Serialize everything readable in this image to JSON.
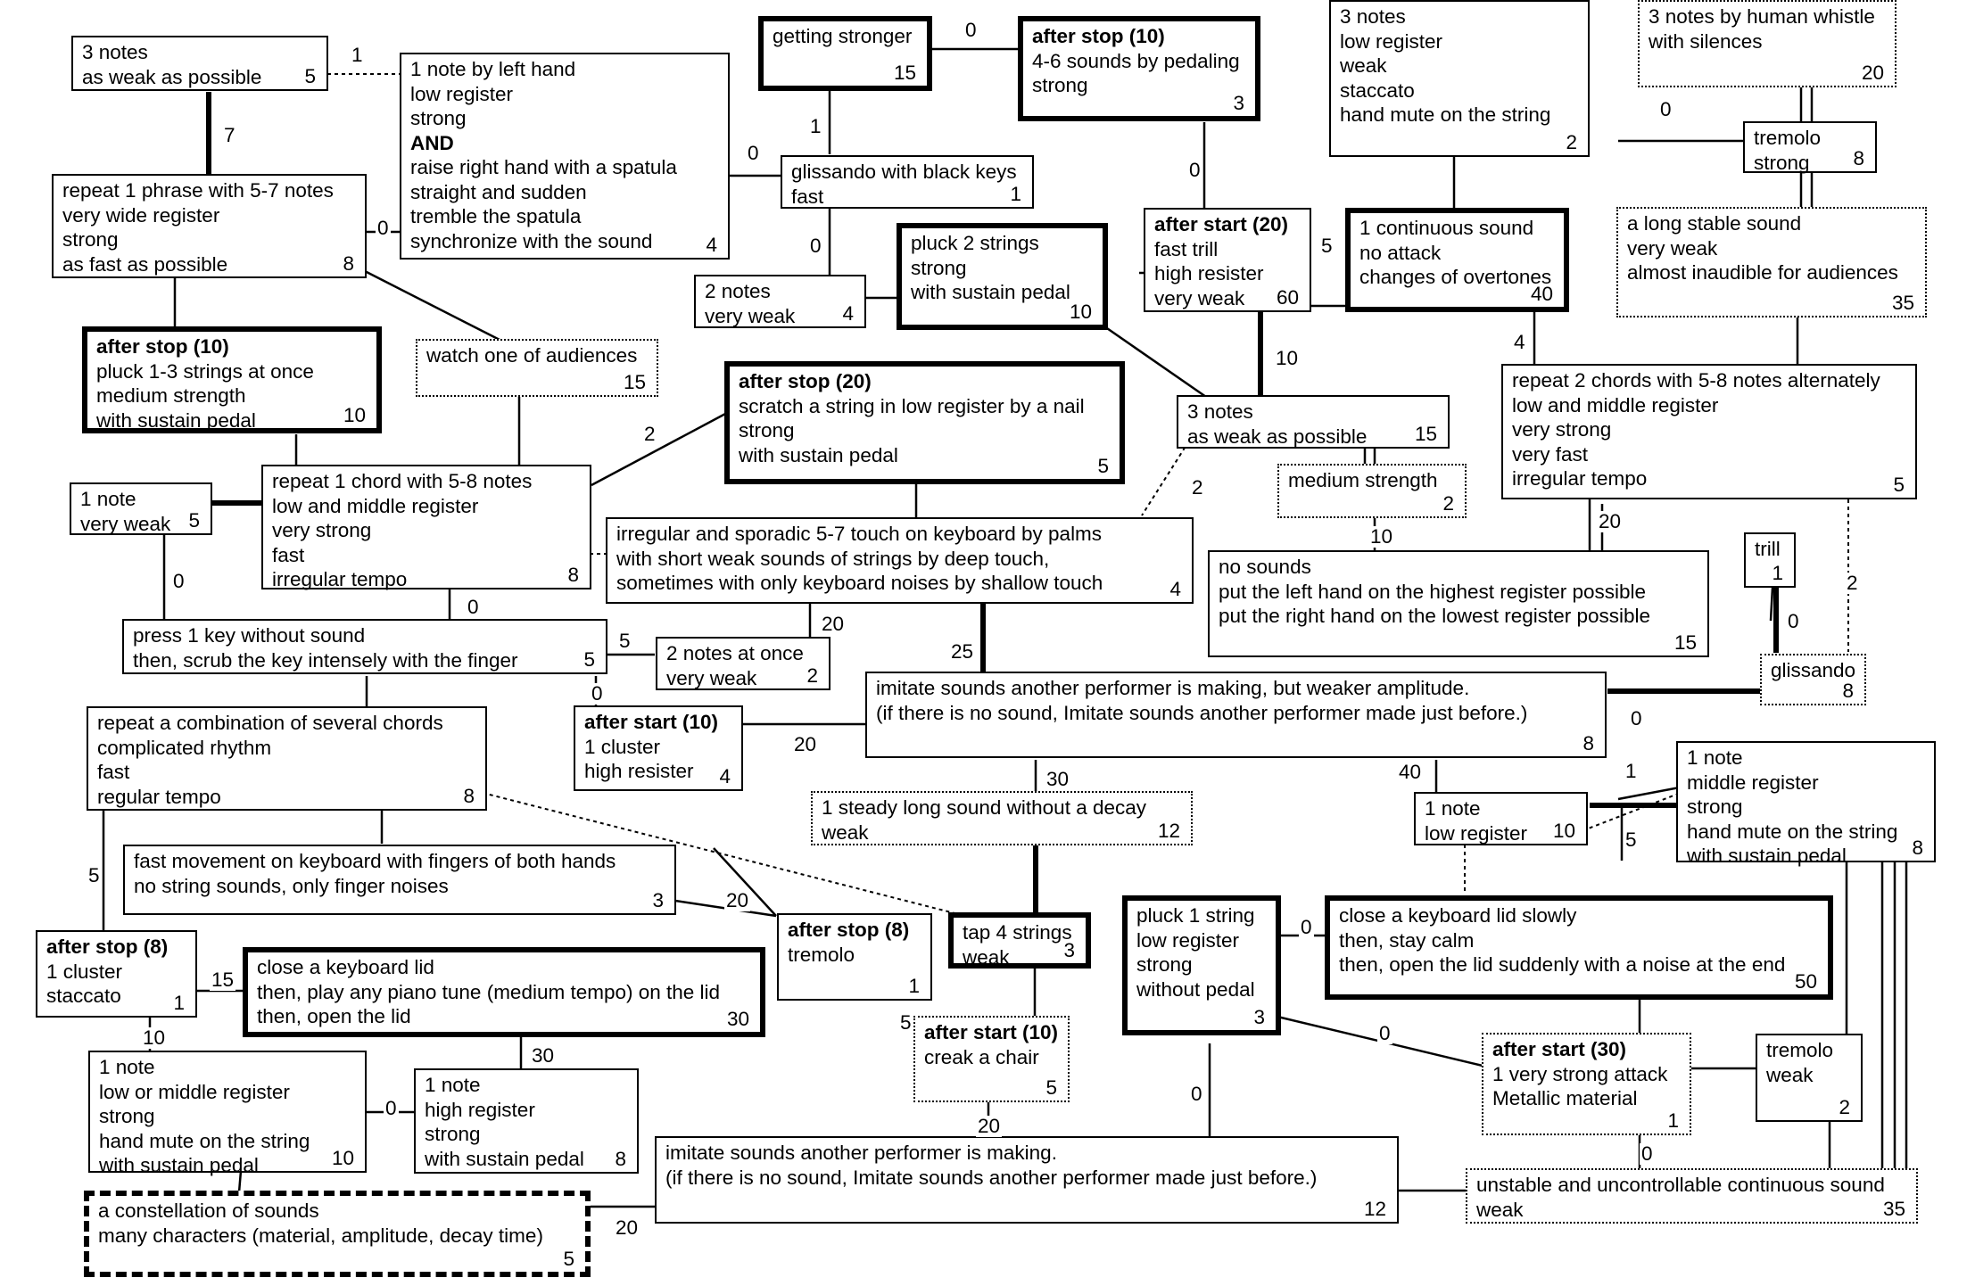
{
  "nodes": [
    {
      "id": "n1",
      "lines": [
        "3 notes",
        "as weak as possible"
      ],
      "bold_first": false,
      "value": "5"
    },
    {
      "id": "n2",
      "lines": [
        "1 note by left hand",
        "low register",
        "strong",
        "AND",
        "raise right hand with a spatula",
        "straight and sudden",
        "tremble the spatula",
        "synchronize with the sound"
      ],
      "bold_first": false,
      "value": "4"
    },
    {
      "id": "n3",
      "lines": [
        "repeat 1 phrase with 5-7 notes",
        "very wide register",
        "strong",
        "as fast as possible"
      ],
      "bold_first": false,
      "value": "8"
    },
    {
      "id": "n4",
      "lines": [
        "getting stronger"
      ],
      "bold_first": false,
      "value": "15"
    },
    {
      "id": "n5",
      "lines": [
        "after stop (10)",
        "4-6 sounds by pedaling",
        "strong"
      ],
      "bold_first": true,
      "value": "3"
    },
    {
      "id": "n6",
      "lines": [
        "3 notes",
        "low register",
        "weak",
        "staccato",
        "hand mute on the string"
      ],
      "bold_first": false,
      "value": "2"
    },
    {
      "id": "n7",
      "lines": [
        "3 notes by human whistle",
        "with silences"
      ],
      "bold_first": false,
      "value": "20"
    },
    {
      "id": "n8",
      "lines": [
        "tremolo",
        "strong"
      ],
      "bold_first": false,
      "value": "8"
    },
    {
      "id": "n9",
      "lines": [
        "glissando with black keys",
        "fast"
      ],
      "bold_first": false,
      "value": "1"
    },
    {
      "id": "n10",
      "lines": [
        "after start (20)",
        "fast trill",
        "high resister",
        "very weak"
      ],
      "bold_first": true,
      "value": "60"
    },
    {
      "id": "n11",
      "lines": [
        "1 continuous sound",
        "no attack",
        "changes of overtones"
      ],
      "bold_first": false,
      "value": "40"
    },
    {
      "id": "n12",
      "lines": [
        "a long stable sound",
        "very weak",
        "almost inaudible for audiences"
      ],
      "bold_first": false,
      "value": "35"
    },
    {
      "id": "n13",
      "lines": [
        "2 notes",
        "very weak"
      ],
      "bold_first": false,
      "value": "4"
    },
    {
      "id": "n14",
      "lines": [
        "pluck 2 strings",
        "strong",
        "with sustain pedal"
      ],
      "bold_first": false,
      "value": "10"
    },
    {
      "id": "n15",
      "lines": [
        "after stop (10)",
        "pluck 1-3 strings at once",
        "medium strength",
        "with sustain pedal"
      ],
      "bold_first": true,
      "value": "10"
    },
    {
      "id": "n16",
      "lines": [
        "watch one of audiences"
      ],
      "bold_first": false,
      "value": "15"
    },
    {
      "id": "n17",
      "lines": [
        "after stop (20)",
        "scratch a string in low register by a nail",
        "strong",
        "with sustain pedal"
      ],
      "bold_first": true,
      "value": "5"
    },
    {
      "id": "n18",
      "lines": [
        "3 notes",
        "as weak as possible"
      ],
      "bold_first": false,
      "value": "15"
    },
    {
      "id": "n19",
      "lines": [
        "repeat 2 chords with 5-8 notes alternately",
        "low and middle register",
        "very strong",
        "very fast",
        "irregular tempo"
      ],
      "bold_first": false,
      "value": "5"
    },
    {
      "id": "n20",
      "lines": [
        "medium strength"
      ],
      "bold_first": false,
      "value": "2"
    },
    {
      "id": "n21",
      "lines": [
        "1 note",
        "very weak"
      ],
      "bold_first": false,
      "value": "5"
    },
    {
      "id": "n22",
      "lines": [
        "repeat 1 chord with 5-8 notes",
        "low and middle register",
        "very strong",
        "fast",
        "irregular tempo"
      ],
      "bold_first": false,
      "value": "8"
    },
    {
      "id": "n23",
      "lines": [
        "irregular and sporadic 5-7 touch on keyboard by palms",
        "with short weak sounds of strings by deep touch,",
        "sometimes with only keyboard noises by shallow touch"
      ],
      "bold_first": false,
      "value": "4"
    },
    {
      "id": "n24",
      "lines": [
        "no sounds",
        "put the left hand on the highest register possible",
        "put the right hand on the lowest register possible"
      ],
      "bold_first": false,
      "value": "15"
    },
    {
      "id": "n25",
      "lines": [
        "trill"
      ],
      "bold_first": false,
      "value": "1"
    },
    {
      "id": "n26",
      "lines": [
        "press 1 key without sound",
        "then, scrub the key intensely with the finger"
      ],
      "bold_first": false,
      "value": "5"
    },
    {
      "id": "n27",
      "lines": [
        "2 notes at once",
        "very weak"
      ],
      "bold_first": false,
      "value": "2"
    },
    {
      "id": "n28",
      "lines": [
        "glissando"
      ],
      "bold_first": false,
      "value": "8"
    },
    {
      "id": "n29",
      "lines": [
        "imitate sounds another performer is making, but weaker amplitude.",
        "(if there is no sound, Imitate sounds another performer made just before.)"
      ],
      "bold_first": false,
      "value": "8"
    },
    {
      "id": "n30",
      "lines": [
        "repeat a combination of several chords",
        "complicated rhythm",
        "fast",
        "regular tempo"
      ],
      "bold_first": false,
      "value": "8"
    },
    {
      "id": "n31",
      "lines": [
        "after start (10)",
        "1 cluster",
        "high resister"
      ],
      "bold_first": true,
      "value": "4"
    },
    {
      "id": "n32",
      "lines": [
        "1 steady long sound without a decay",
        "weak"
      ],
      "bold_first": false,
      "value": "12"
    },
    {
      "id": "n33",
      "lines": [
        "1 note",
        "low register"
      ],
      "bold_first": false,
      "value": "10"
    },
    {
      "id": "n34",
      "lines": [
        "1 note",
        "middle register",
        "strong",
        "hand mute on the string",
        "with sustain pedal"
      ],
      "bold_first": false,
      "value": "8"
    },
    {
      "id": "n35",
      "lines": [
        "fast movement on keyboard with fingers of both hands",
        "no string sounds, only finger noises"
      ],
      "bold_first": false,
      "value": "3"
    },
    {
      "id": "n36",
      "lines": [
        "after stop (8)",
        "tremolo"
      ],
      "bold_first": true,
      "value": "1"
    },
    {
      "id": "n37",
      "lines": [
        "tap 4 strings",
        "weak"
      ],
      "bold_first": false,
      "value": "3"
    },
    {
      "id": "n38",
      "lines": [
        "pluck 1 string",
        "low register",
        "strong",
        "without pedal"
      ],
      "bold_first": false,
      "value": "3"
    },
    {
      "id": "n39",
      "lines": [
        "close a keyboard lid slowly",
        "then, stay calm",
        "then, open the lid suddenly with a noise at the end"
      ],
      "bold_first": false,
      "value": "50"
    },
    {
      "id": "n40",
      "lines": [
        "after stop (8)",
        "1 cluster",
        "staccato"
      ],
      "bold_first": true,
      "value": "1"
    },
    {
      "id": "n41",
      "lines": [
        "close a keyboard lid",
        "then, play any piano tune (medium tempo) on the lid",
        "then, open the lid"
      ],
      "bold_first": false,
      "value": "30"
    },
    {
      "id": "n42",
      "lines": [
        "after start (10)",
        "creak a chair"
      ],
      "bold_first": true,
      "value": "5"
    },
    {
      "id": "n43",
      "lines": [
        "after start (30)",
        "1 very strong attack",
        "Metallic material"
      ],
      "bold_first": true,
      "value": "1"
    },
    {
      "id": "n44",
      "lines": [
        "tremolo",
        "weak"
      ],
      "bold_first": false,
      "value": "2"
    },
    {
      "id": "n45",
      "lines": [
        "1 note",
        "low or middle register",
        "strong",
        "hand mute on the string",
        "with sustain pedal"
      ],
      "bold_first": false,
      "value": "10"
    },
    {
      "id": "n46",
      "lines": [
        "1 note",
        "high register",
        "strong",
        "with sustain pedal"
      ],
      "bold_first": false,
      "value": "8"
    },
    {
      "id": "n47",
      "lines": [
        "imitate sounds another performer is making.",
        "(if there is no sound, Imitate sounds another performer made just before.)"
      ],
      "bold_first": false,
      "value": "12"
    },
    {
      "id": "n48",
      "lines": [
        "unstable and uncontrollable continuous sound",
        "weak"
      ],
      "bold_first": false,
      "value": "35"
    },
    {
      "id": "n49",
      "lines": [
        "a constellation of sounds",
        "many characters (material, amplitude, decay time)"
      ],
      "bold_first": false,
      "value": "5"
    }
  ],
  "edge_labels": [
    "1",
    "7",
    "0",
    "0",
    "1",
    "0",
    "0",
    "0",
    "5",
    "4",
    "10",
    "2",
    "2",
    "10",
    "20",
    "0",
    "2",
    "0",
    "0",
    "20",
    "5",
    "25",
    "0",
    "0",
    "20",
    "30",
    "40",
    "1",
    "5",
    "5",
    "20",
    "0",
    "0",
    "15",
    "10",
    "30",
    "0",
    "5",
    "20",
    "0",
    "0",
    "0",
    "20"
  ]
}
